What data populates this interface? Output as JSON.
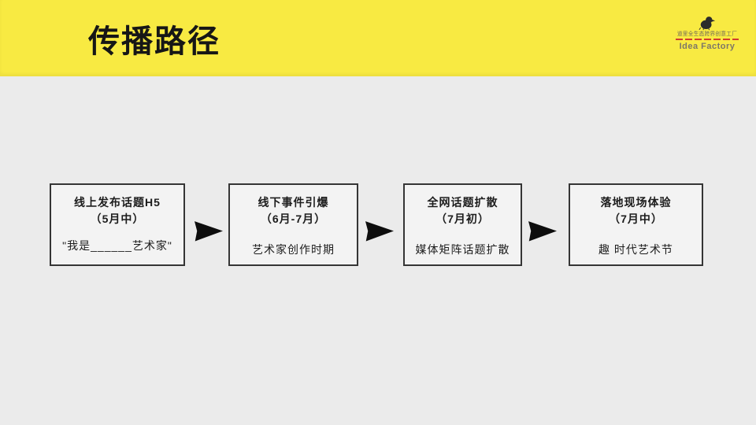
{
  "header": {
    "title": "传播路径"
  },
  "logo": {
    "line_cn": "道里全生态跨界创意工厂",
    "name_en": "Idea Factory"
  },
  "flow": {
    "steps": [
      {
        "title": "线上发布话题H5",
        "date": "（5月中）",
        "note": "\"我是______艺术家\""
      },
      {
        "title": "线下事件引爆",
        "date": "（6月-7月）",
        "note": "艺术家创作时期"
      },
      {
        "title": "全网话题扩散",
        "date": "（7月初）",
        "note": "媒体矩阵话题扩散"
      },
      {
        "title": "落地现场体验",
        "date": "（7月中）",
        "note": "趣 时代艺术节"
      }
    ]
  },
  "colors": {
    "header_yellow": "#F8EA42",
    "body_gray": "#EBEBEB",
    "box_fill": "#F3F3F3",
    "box_border": "#353535",
    "arrow_black": "#0D0D0D",
    "logo_red": "#D03B2E",
    "logo_text": "#7D7668"
  }
}
